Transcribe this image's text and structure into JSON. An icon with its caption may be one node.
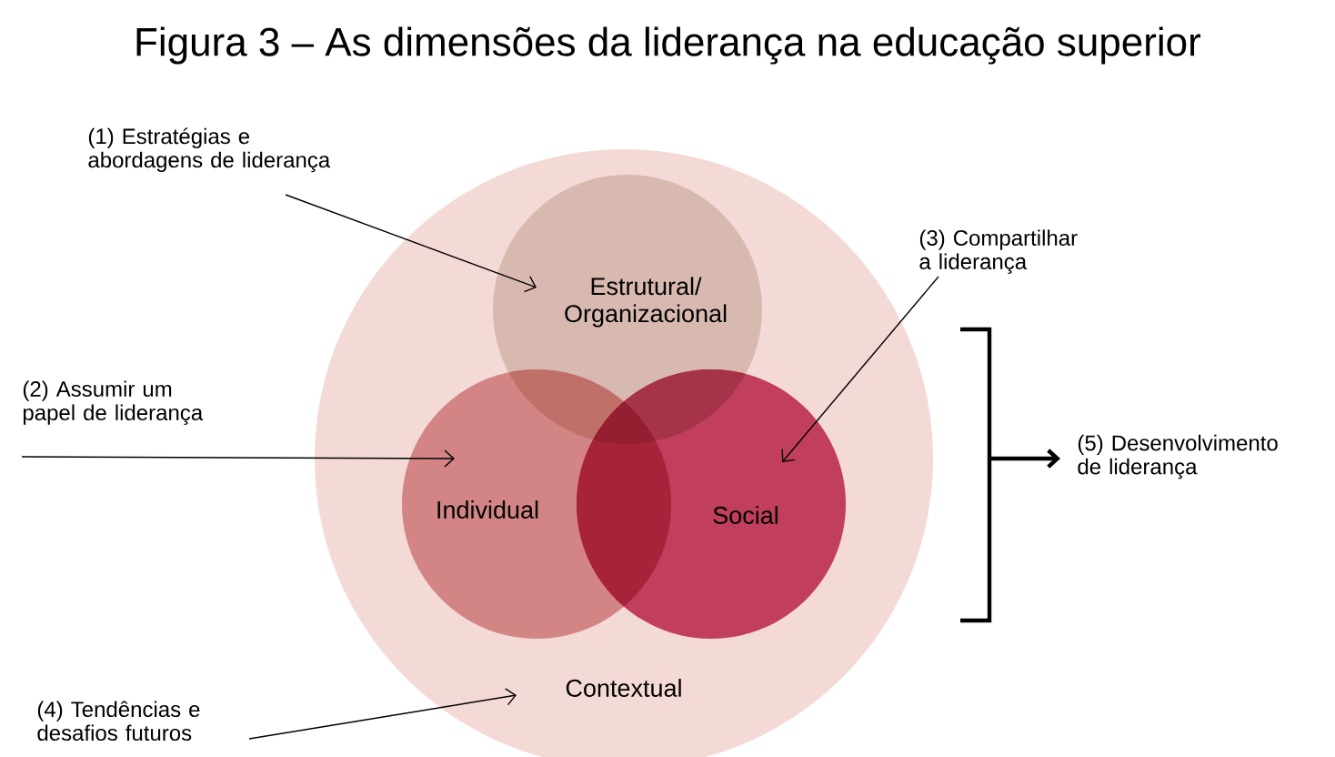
{
  "diagram": {
    "title": "Figura 3 – As dimensões da liderança na educação superior",
    "nodes": [
      {
        "text": [
          "Contextual"
        ]
      },
      {
        "text": [
          "Estrutural/ Organizacional"
        ],
        "in": 0
      },
      {
        "text": [
          "Individual"
        ],
        "in": 0
      },
      {
        "text": [
          "Social"
        ],
        "in": 0
      },
      {
        "text": [
          "(1) Estratégias e abordagens de liderança"
        ]
      },
      {
        "text": [
          "(2) Assumir um papel de liderança"
        ]
      },
      {
        "text": [
          "(3) Compartilhar a liderança"
        ]
      },
      {
        "text": [
          "(4) Tendências e desafios futuros"
        ]
      },
      {
        "text": [],
        "shape": "bracket"
      },
      {
        "text": [
          "(5) Desenvolvimento de liderança"
        ]
      }
    ],
    "edges": [
      {
        "from": 4,
        "to": 1,
        "arrow": "to"
      },
      {
        "from": 5,
        "to": 2,
        "arrow": "to"
      },
      {
        "from": 6,
        "to": 3,
        "arrow": "to"
      },
      {
        "from": 7,
        "to": 0,
        "arrow": "to"
      },
      {
        "from": 8,
        "to": 9,
        "arrow": "to",
        "style": "thick"
      }
    ]
  }
}
